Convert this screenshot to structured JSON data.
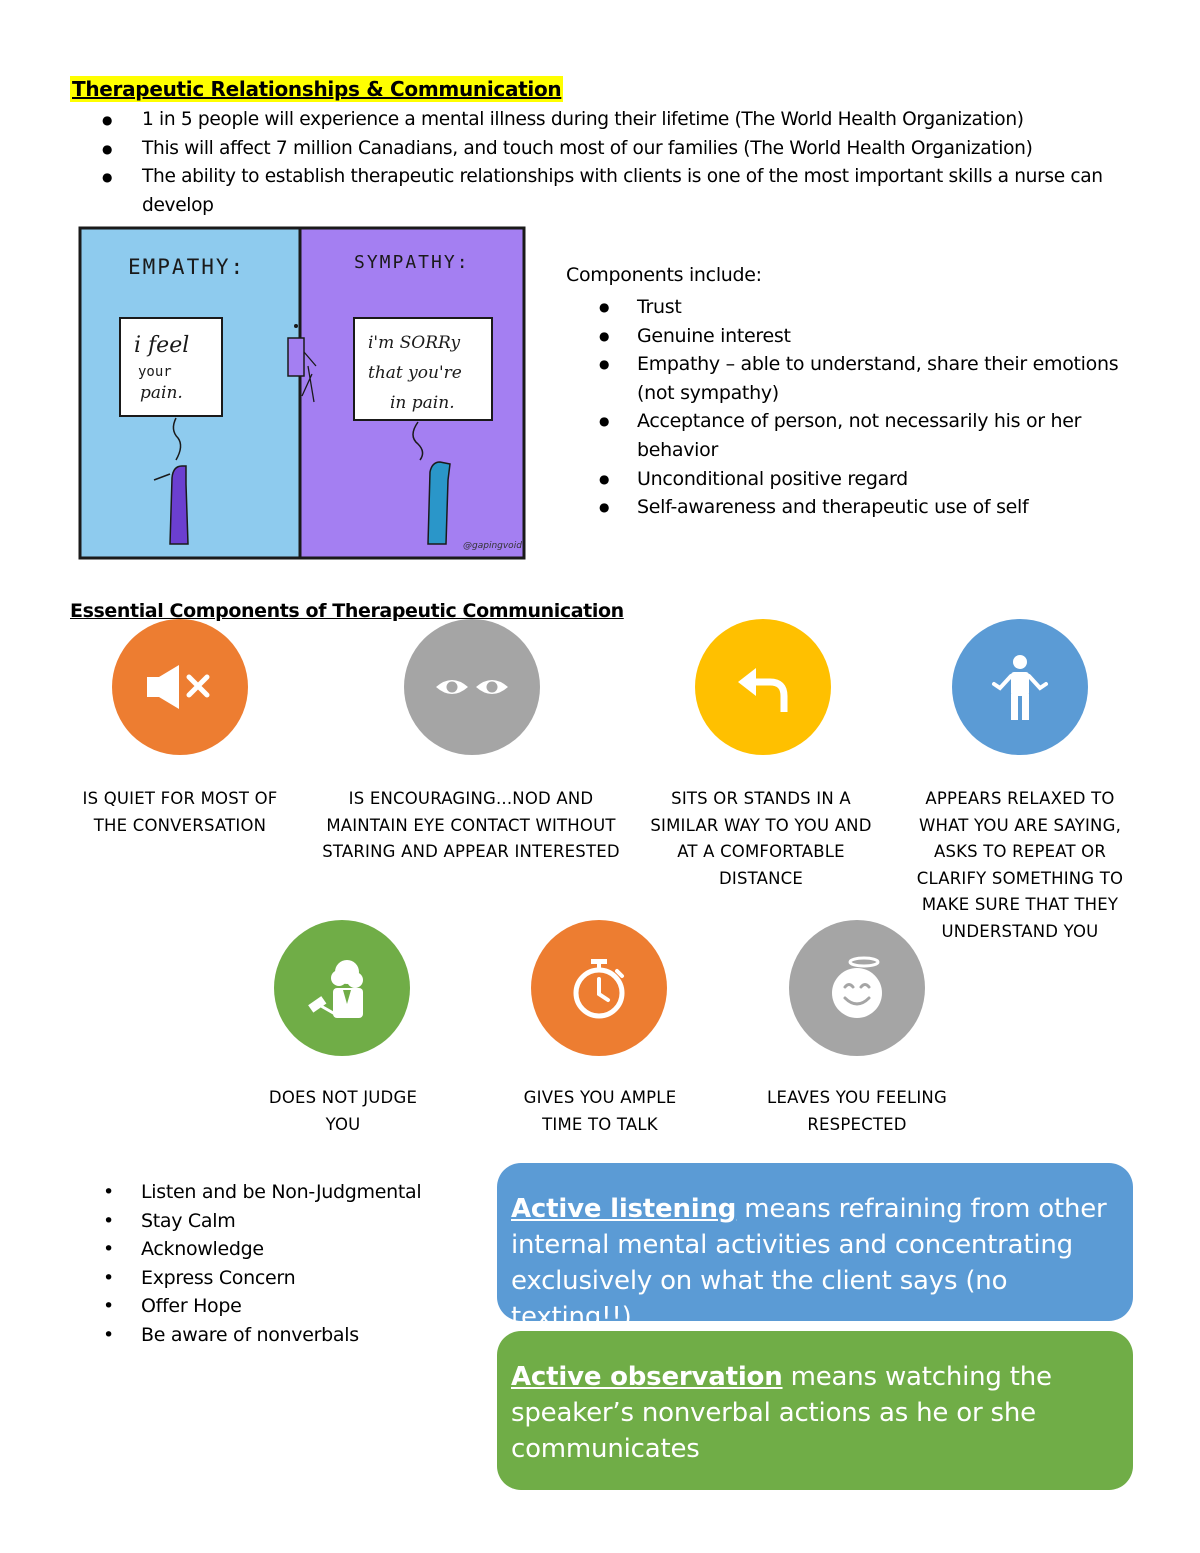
{
  "title": "Therapeutic Relationships & Communication",
  "intro_bullets": [
    "1 in 5 people will experience a mental illness during their lifetime (The World Health Organization)",
    "This will affect 7 million Canadians, and touch most of our families (The World Health Organization)",
    "The ability to establish therapeutic relationships with clients is one of the most important skills a nurse can develop"
  ],
  "comic": {
    "left_heading": "EMPATHY:",
    "left_sign": [
      "i feel",
      "your",
      "pain."
    ],
    "right_heading": "SYMPATHY:",
    "right_sign": [
      "i'm SORRy",
      "that you're",
      "in pain."
    ],
    "signature": "@gapingvoid",
    "colors": {
      "empathy_bg": "#8ecbee",
      "sympathy_bg": "#a47ff2",
      "figure_purple": "#6b3fd0",
      "figure_blue": "#2a96c9"
    }
  },
  "components": {
    "heading": "Components include:",
    "items": [
      "Trust",
      "Genuine interest",
      "Empathy – able to understand, share their emotions (not sympathy)",
      "Acceptance of person, not necessarily his or her behavior",
      "Unconditional positive regard",
      "Self-awareness and therapeutic use of self"
    ]
  },
  "essential": {
    "title": "Essential Components of Therapeutic Communication",
    "items": [
      {
        "icon": "mute-icon",
        "color": "#ed7d31",
        "caption": "IS QUIET FOR MOST OF THE CONVERSATION"
      },
      {
        "icon": "eyes-icon",
        "color": "#a5a5a5",
        "caption": "IS ENCOURAGING...NOD AND MAINTAIN EYE CONTACT WITHOUT STARING AND APPEAR INTERESTED"
      },
      {
        "icon": "undo-arrow-icon",
        "color": "#ffc000",
        "caption": "SITS OR STANDS IN A SIMILAR WAY TO YOU AND AT A COMFORTABLE DISTANCE"
      },
      {
        "icon": "person-shrug-icon",
        "color": "#5b9bd5",
        "caption": "APPEARS RELAXED TO WHAT YOU ARE SAYING, ASKS TO REPEAT OR CLARIFY SOMETHING TO MAKE SURE THAT THEY UNDERSTAND YOU"
      },
      {
        "icon": "judge-gavel-icon",
        "color": "#70ad47",
        "caption": "DOES NOT JUDGE YOU"
      },
      {
        "icon": "stopwatch-icon",
        "color": "#ed7d31",
        "caption": "GIVES YOU AMPLE TIME TO TALK"
      },
      {
        "icon": "halo-smile-icon",
        "color": "#a5a5a5",
        "caption": "LEAVES YOU FEELING RESPECTED"
      }
    ]
  },
  "tips": [
    "Listen and be Non-Judgmental",
    "Stay Calm",
    "Acknowledge",
    "Express Concern",
    "Offer Hope",
    "Be aware of nonverbals"
  ],
  "active_listening": {
    "term": "Active listening",
    "text": " means refraining from other internal mental activities and concentrating exclusively on what the client says (no texting!!)",
    "color": "#5b9bd5"
  },
  "active_observation": {
    "term": "Active observation",
    "text": " means watching the speaker’s nonverbal actions as he or she communicates",
    "color": "#70ad47"
  }
}
